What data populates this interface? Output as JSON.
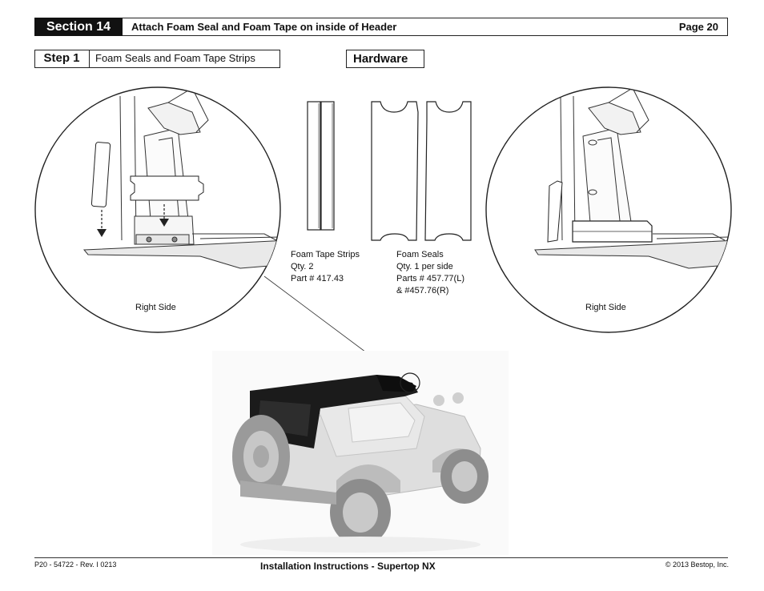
{
  "header": {
    "section_label": "Section 14",
    "title": "Attach Foam Seal and Foam Tape on inside of Header",
    "page": "Page 20"
  },
  "step": {
    "label": "Step 1",
    "title": "Foam Seals and Foam Tape Strips"
  },
  "hardware": {
    "label": "Hardware",
    "foam_tape": {
      "name": "Foam Tape Strips",
      "qty": "Qty. 2",
      "part": "Part # 417.43"
    },
    "foam_seals": {
      "name": "Foam Seals",
      "qty": "Qty. 1 per side",
      "parts_line1": "Parts # 457.77(L)",
      "parts_line2": "& #457.76(R)"
    }
  },
  "details": {
    "left_caption": "Right Side",
    "right_caption": "Right Side"
  },
  "footer": {
    "left": "P20 - 54722 - Rev. I 0213",
    "center": "Installation Instructions - Supertop NX",
    "right": "© 2013 Bestop, Inc."
  }
}
